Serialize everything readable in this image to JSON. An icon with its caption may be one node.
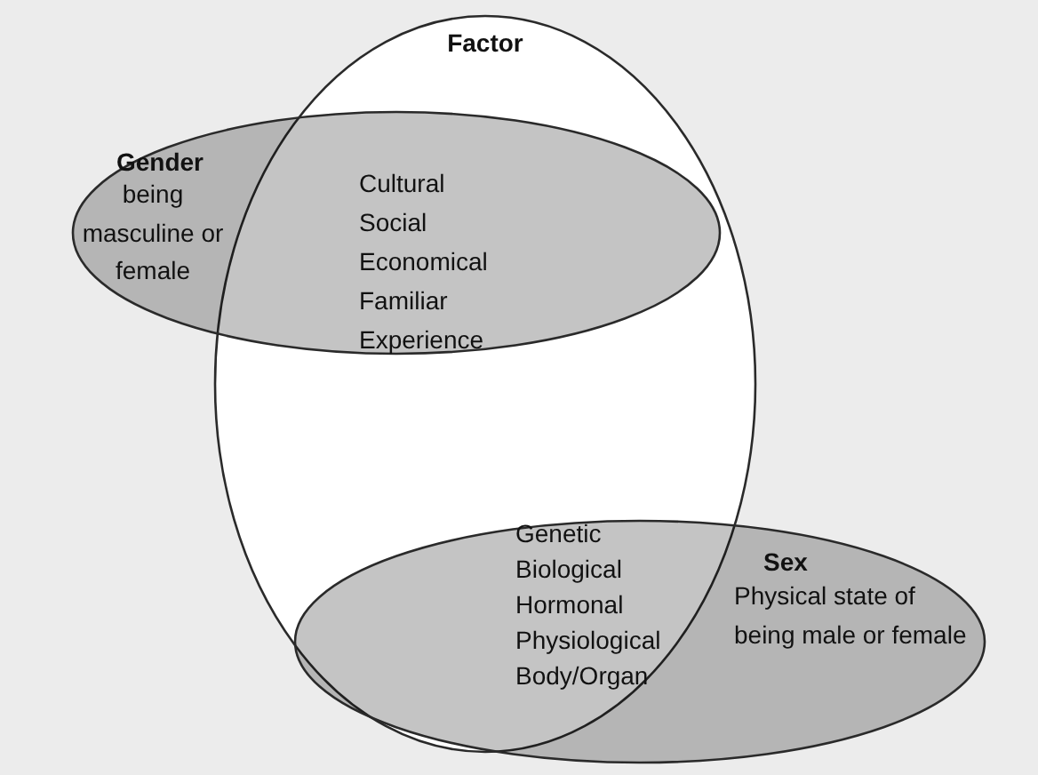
{
  "diagram": {
    "nodes": [
      {
        "text": [
          "Factor"
        ]
      },
      {
        "text": [
          "Gender",
          "being masculine or female"
        ]
      },
      {
        "text": [
          "Sex",
          "Physical state of being male or female"
        ]
      }
    ],
    "labels": [
      "Cultural",
      "Social",
      "Economical",
      "Familiar",
      "Experience",
      "Genetic",
      "Biological",
      "Hormonal",
      "Physiological",
      "Body/Organ"
    ]
  }
}
